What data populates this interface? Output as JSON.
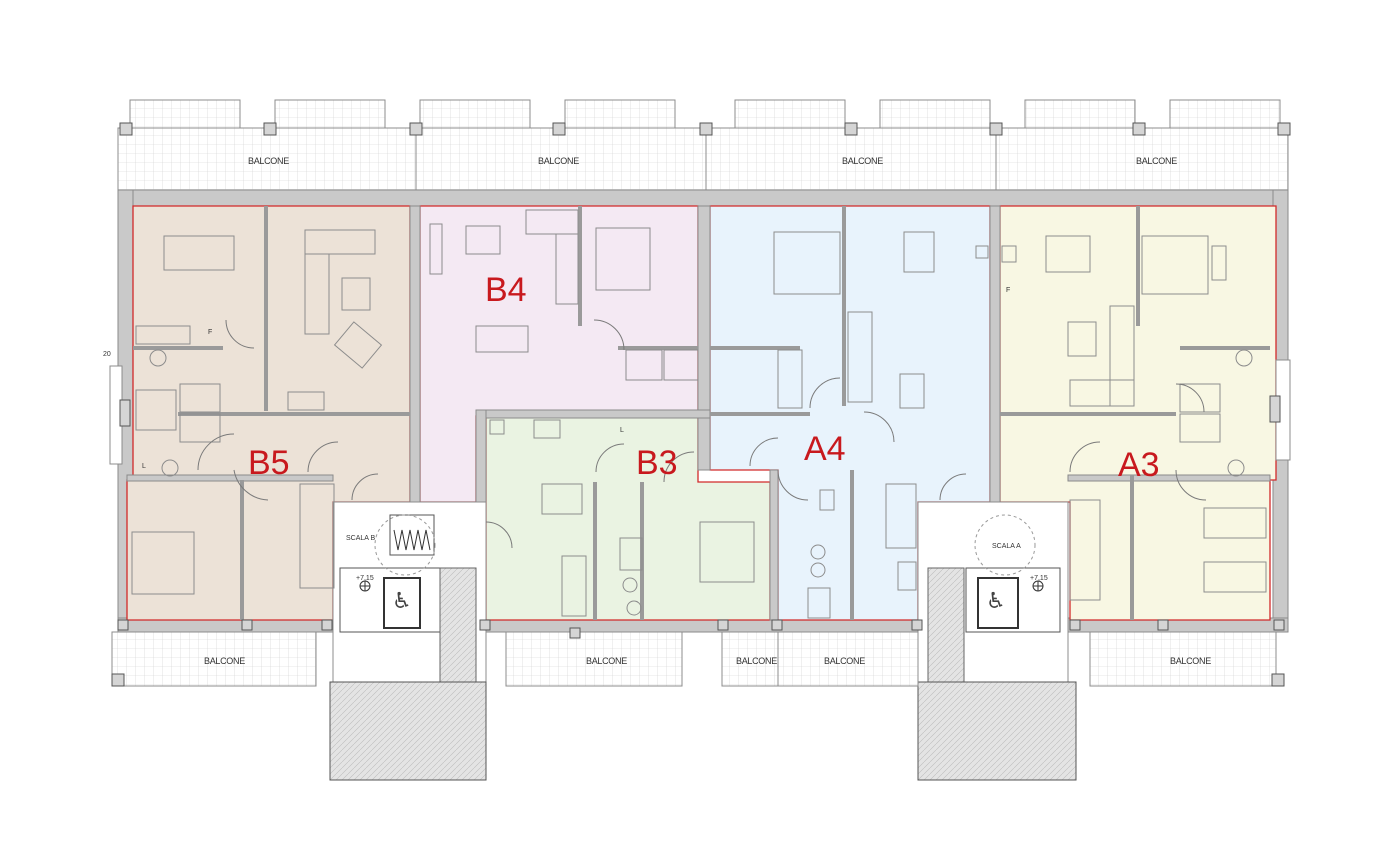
{
  "plan": {
    "balconies_top": [
      "BALCONE",
      "BALCONE",
      "BALCONE",
      "BALCONE"
    ],
    "balconies_bottom": [
      "BALCONE",
      "BALCONE",
      "BALCONE",
      "BALCONE",
      "BALCONE"
    ],
    "units": [
      {
        "id": "B5",
        "label": "B5",
        "fill": "#ece2d7"
      },
      {
        "id": "B4",
        "label": "B4",
        "fill": "#f4e9f3"
      },
      {
        "id": "B3",
        "label": "B3",
        "fill": "#eaf3e2"
      },
      {
        "id": "A4",
        "label": "A4",
        "fill": "#e8f3fc"
      },
      {
        "id": "A3",
        "label": "A3",
        "fill": "#f8f7e3"
      }
    ],
    "stairs": [
      {
        "id": "scala-b",
        "label": "SCALA B",
        "level": "+7,15"
      },
      {
        "id": "scala-a",
        "label": "SCALA A",
        "level": "+7,15"
      }
    ],
    "dimension_mark": "20",
    "room_marks": {
      "kitchen": "F",
      "laundry": "L"
    },
    "colors": {
      "unit_label": "#c8191e",
      "wall": "#c9c9c9",
      "unit_border": "#d22a2a"
    }
  }
}
